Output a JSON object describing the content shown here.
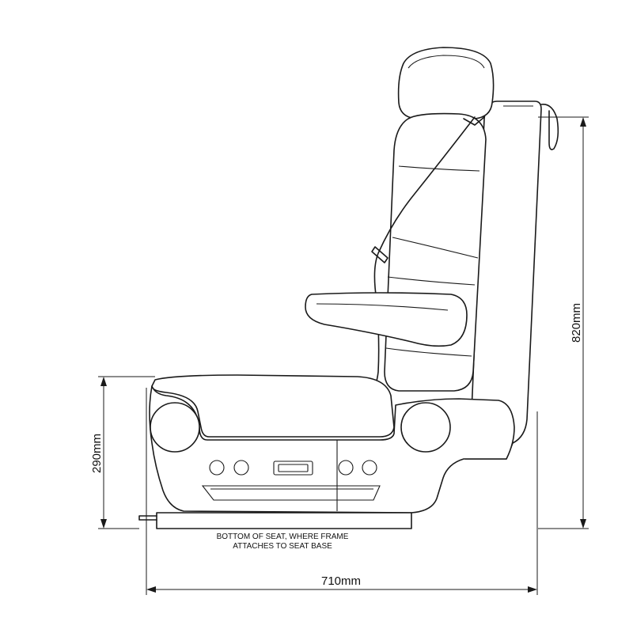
{
  "dimensions": {
    "height_total": "820mm",
    "seat_height": "290mm",
    "depth": "710mm"
  },
  "note": {
    "line1": "BOTTOM OF SEAT, WHERE FRAME",
    "line2": "ATTACHES TO SEAT BASE"
  }
}
